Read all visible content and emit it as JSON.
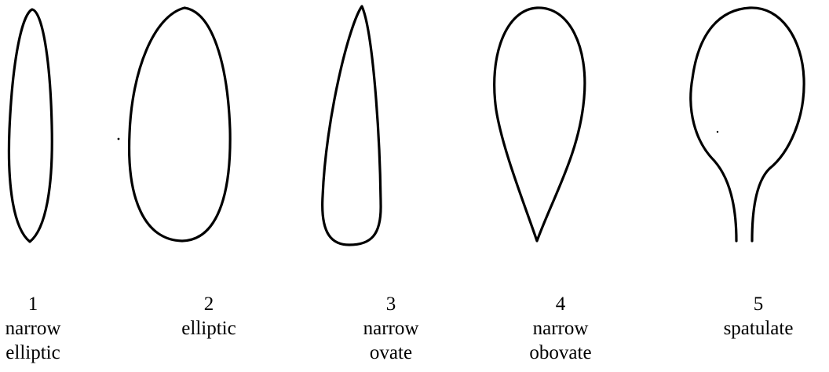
{
  "shapes": [
    {
      "number": "1",
      "lines": [
        "narrow",
        "elliptic"
      ],
      "icon": "narrow-elliptic-leaf-outline"
    },
    {
      "number": "2",
      "lines": [
        "elliptic"
      ],
      "icon": "elliptic-leaf-outline"
    },
    {
      "number": "3",
      "lines": [
        "narrow",
        "ovate"
      ],
      "icon": "narrow-ovate-leaf-outline"
    },
    {
      "number": "4",
      "lines": [
        "narrow",
        "obovate"
      ],
      "icon": "narrow-obovate-leaf-outline"
    },
    {
      "number": "5",
      "lines": [
        "spatulate"
      ],
      "icon": "spatulate-leaf-outline"
    }
  ]
}
